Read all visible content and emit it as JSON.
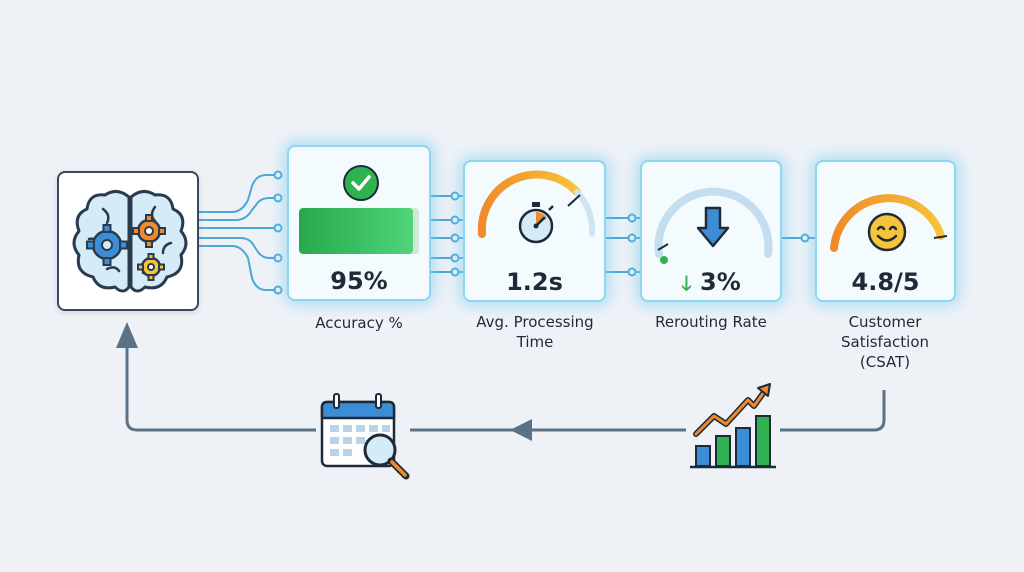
{
  "colors": {
    "card_border": "#8fd6f0",
    "card_glow": "#7ccdf0",
    "connector": "#4aa8d8",
    "feedback_line": "#5b7186",
    "accent_green": "#2fb350",
    "accent_blue": "#3b8ed6",
    "accent_orange": "#f08a2a",
    "accent_yellow": "#f6c33a"
  },
  "metrics": [
    {
      "id": "accuracy",
      "value": "95%",
      "label": "Accuracy %",
      "icon": "check-circle-icon",
      "bar_fill": 0.95
    },
    {
      "id": "processing-time",
      "value": "1.2s",
      "label": "Avg. Processing Time",
      "icon": "stopwatch-icon",
      "gauge": "orange-gradient"
    },
    {
      "id": "rerouting-rate",
      "value": "3%",
      "label": "Rerouting Rate",
      "icon": "down-arrow-icon",
      "trend": "down"
    },
    {
      "id": "csat",
      "value": "4.8/5",
      "label": "Customer Satisfaction (CSAT)",
      "icon": "smiley-icon",
      "gauge": "orange-yellow"
    }
  ],
  "nodes": {
    "source": {
      "icon": "brain-gears-icon"
    },
    "analytics": {
      "icon": "bar-chart-trend-icon"
    },
    "review": {
      "icon": "calendar-magnifier-icon"
    }
  }
}
